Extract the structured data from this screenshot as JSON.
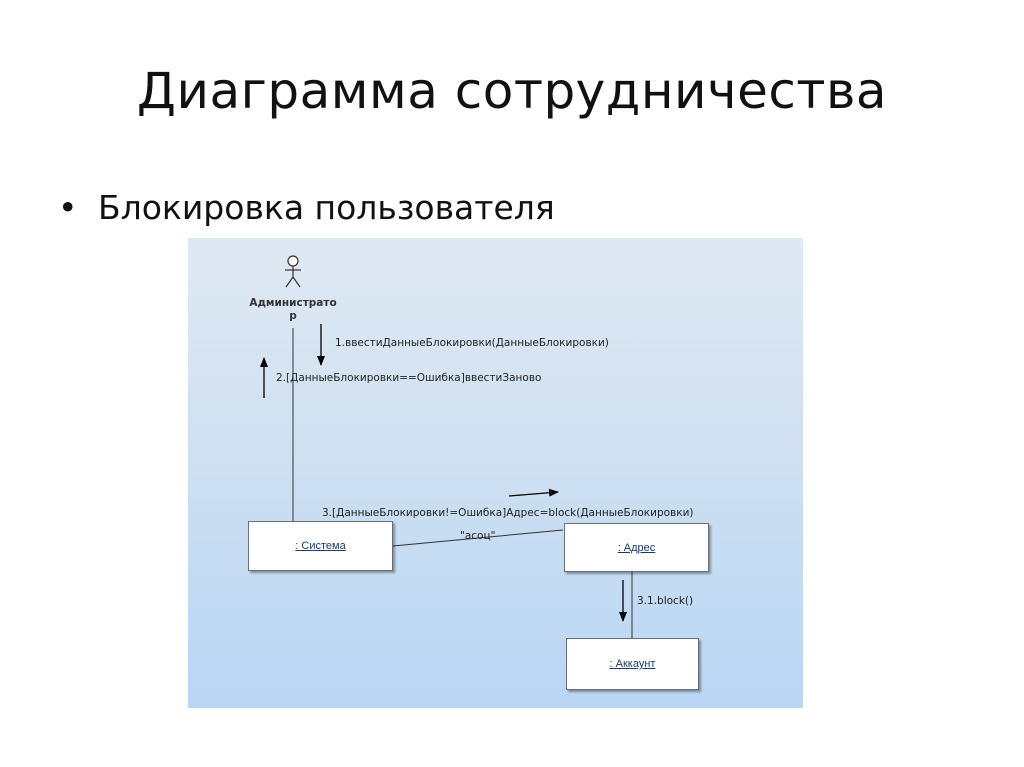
{
  "slide": {
    "title": "Диаграмма сотрудничества",
    "bullet": "Блокировка пользователя"
  },
  "diagram": {
    "actor": {
      "name_line1": "Администрато",
      "name_line2": "р"
    },
    "objects": {
      "system": ": Система",
      "address": ": Адрес",
      "account": ": Аккаунт"
    },
    "messages": {
      "m1": "1.ввестиДанныеБлокировки(ДанныеБлокировки)",
      "m2": "2.[ДанныеБлокировки==Ошибка]ввестиЗаново",
      "m3": "3.[ДанныеБлокировки!=Ошибка]Адрес=block(ДанныеБлокировки)",
      "m3_1": "3.1.block()"
    },
    "link_label": "\"асоц\""
  }
}
